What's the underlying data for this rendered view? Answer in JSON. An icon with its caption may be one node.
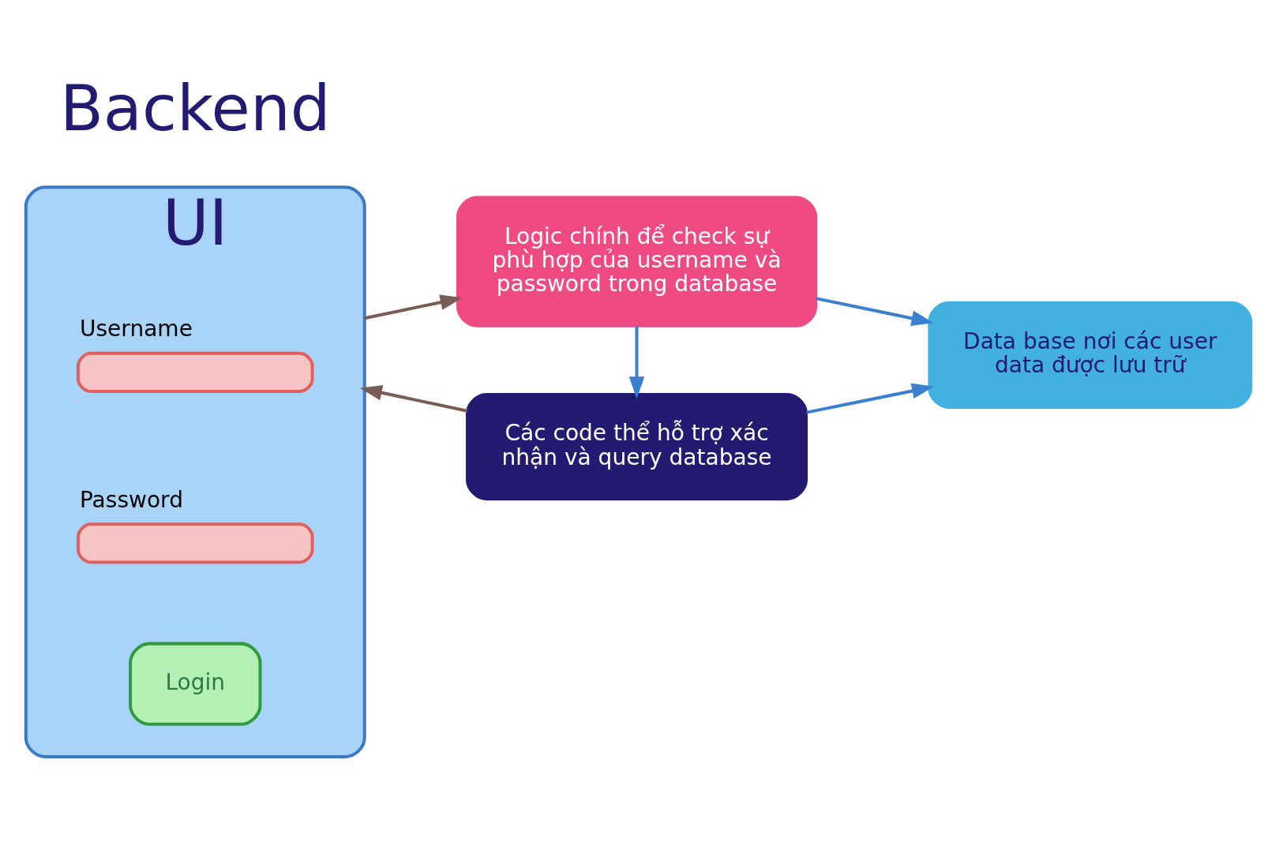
{
  "diagram": {
    "nodes": [
      {
        "text": [
          "UI"
        ]
      },
      {
        "text": [],
        "shape": "box",
        "in": 0,
        "beside": [
          "Username"
        ]
      },
      {
        "text": [],
        "shape": "box",
        "in": 0,
        "beside": [
          "Password"
        ]
      },
      {
        "text": [
          "Login"
        ],
        "in": 0
      },
      {
        "text": [
          "Logic chính để check sự phù hợp của username và password trong database"
        ]
      },
      {
        "text": [
          "Các code thể hỗ trợ xác nhận và query database"
        ]
      },
      {
        "text": [
          "Data base nơi các user data được lưu trữ"
        ]
      }
    ],
    "edges": [
      {
        "from": 0,
        "to": 4,
        "arrow": "to",
        "color": "#7a5c55"
      },
      {
        "from": 5,
        "to": 0,
        "arrow": "to",
        "color": "#7a5c55"
      },
      {
        "from": 4,
        "to": 5,
        "arrow": "to"
      },
      {
        "from": 4,
        "to": 6,
        "arrow": "to"
      },
      {
        "from": 5,
        "to": 6,
        "arrow": "to"
      }
    ],
    "labels": [
      "Backend"
    ]
  }
}
